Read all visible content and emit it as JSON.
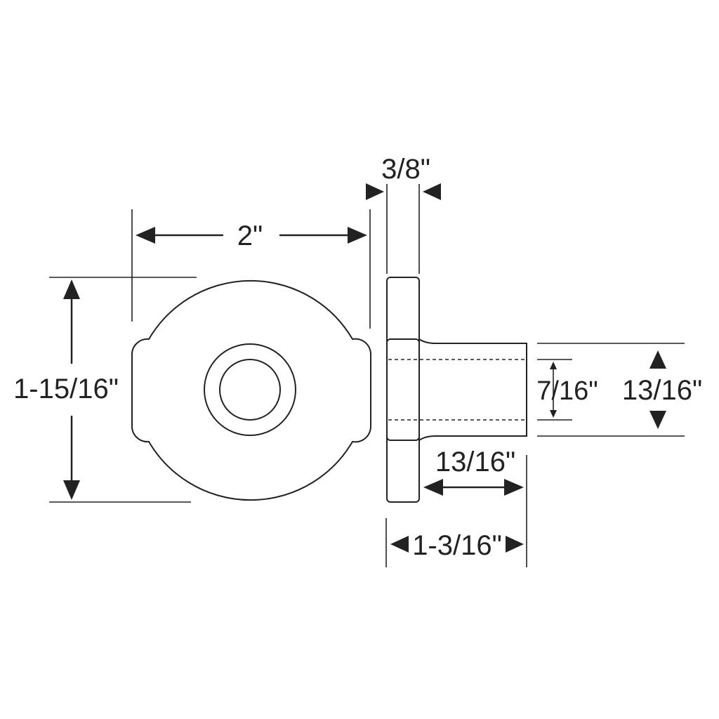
{
  "dimensions": {
    "front_width": "2\"",
    "front_height": "1-15/16\"",
    "flange_thickness": "3/8\"",
    "bore_diameter": "7/16\"",
    "sleeve_diameter": "13/16\"",
    "sleeve_length": "13/16\"",
    "overall_length": "1-3/16\""
  }
}
